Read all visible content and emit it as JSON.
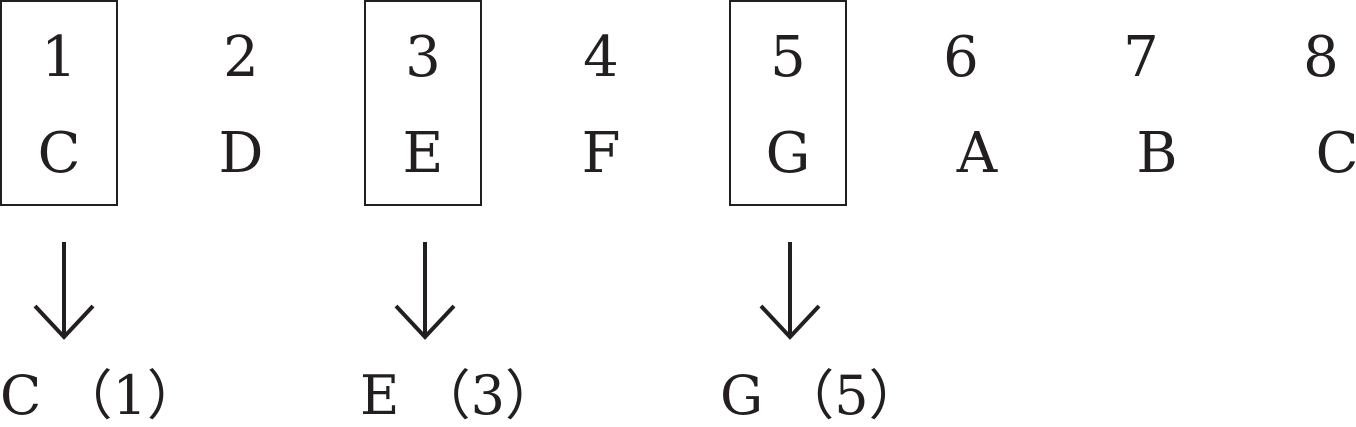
{
  "scale": [
    {
      "degree": "1",
      "note": "C",
      "selected": true
    },
    {
      "degree": "2",
      "note": "D",
      "selected": false
    },
    {
      "degree": "3",
      "note": "E",
      "selected": true
    },
    {
      "degree": "4",
      "note": "F",
      "selected": false
    },
    {
      "degree": "5",
      "note": "G",
      "selected": true
    },
    {
      "degree": "6",
      "note": "A",
      "selected": false
    },
    {
      "degree": "7",
      "note": "B",
      "selected": false
    },
    {
      "degree": "8",
      "note": "C",
      "selected": false
    }
  ],
  "results": [
    {
      "label": "C （1）"
    },
    {
      "label": "E （3）"
    },
    {
      "label": "G （5）"
    }
  ],
  "colors": {
    "ink": "#231f20",
    "background": "#ffffff"
  },
  "arrow_icon": "down-arrow-icon"
}
